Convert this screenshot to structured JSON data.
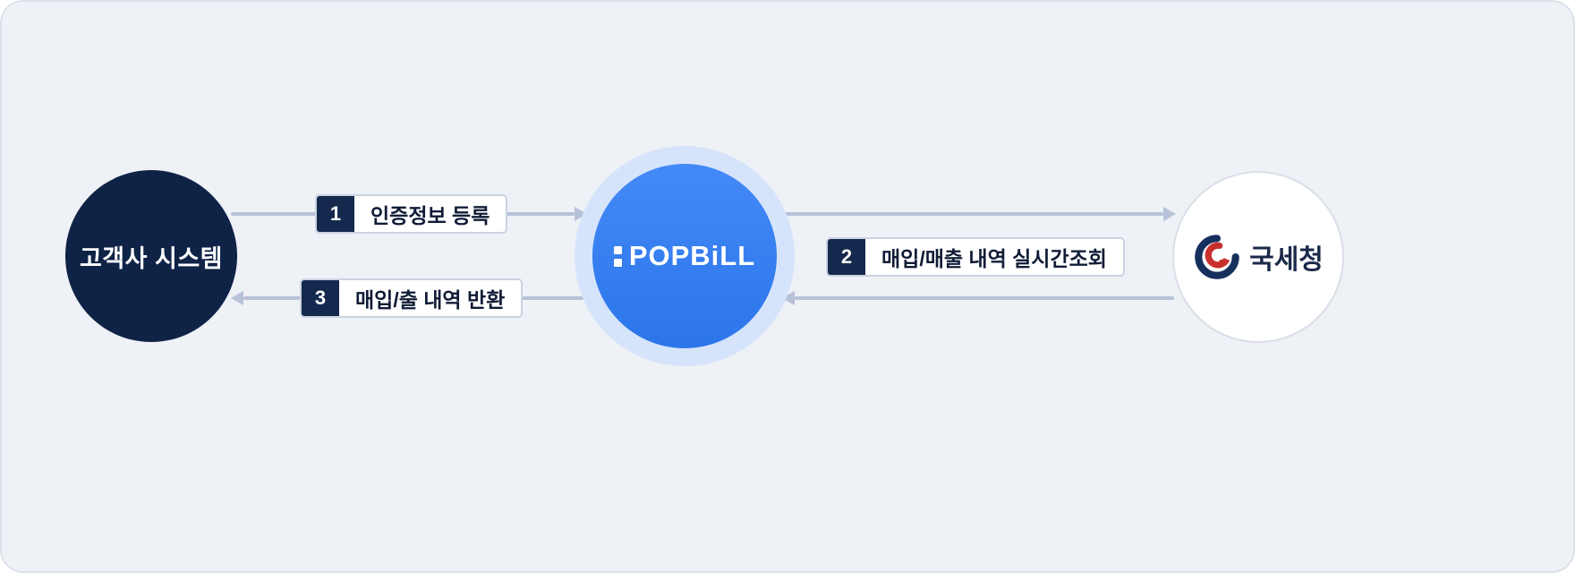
{
  "diagram": {
    "title": "popbill-nts-integration-flow",
    "nodes": {
      "client": {
        "label": "고객사 시스템"
      },
      "popbill": {
        "label": "POPBiLL"
      },
      "nts": {
        "label": "국세청"
      }
    },
    "steps": [
      {
        "num": "1",
        "label": "인증정보 등록"
      },
      {
        "num": "2",
        "label": "매입/매출 내역 실시간조회"
      },
      {
        "num": "3",
        "label": "매입/출 내역 반환"
      }
    ],
    "colors": {
      "canvas_bg": "#EEF1F6",
      "canvas_border": "#DCE1EA",
      "client_bg": "#0F2347",
      "popbill_bg": "#2E7CF6",
      "popbill_halo": "#D6E4FB",
      "nts_border": "#D9DEE8",
      "nts_text": "#1B2A4A",
      "arrow": "#B7C2D8",
      "badge_bg": "#15294E",
      "label_border": "#CBD3E1",
      "label_text": "#101C36",
      "nts_navy": "#16305E",
      "nts_red": "#C8302E"
    }
  }
}
